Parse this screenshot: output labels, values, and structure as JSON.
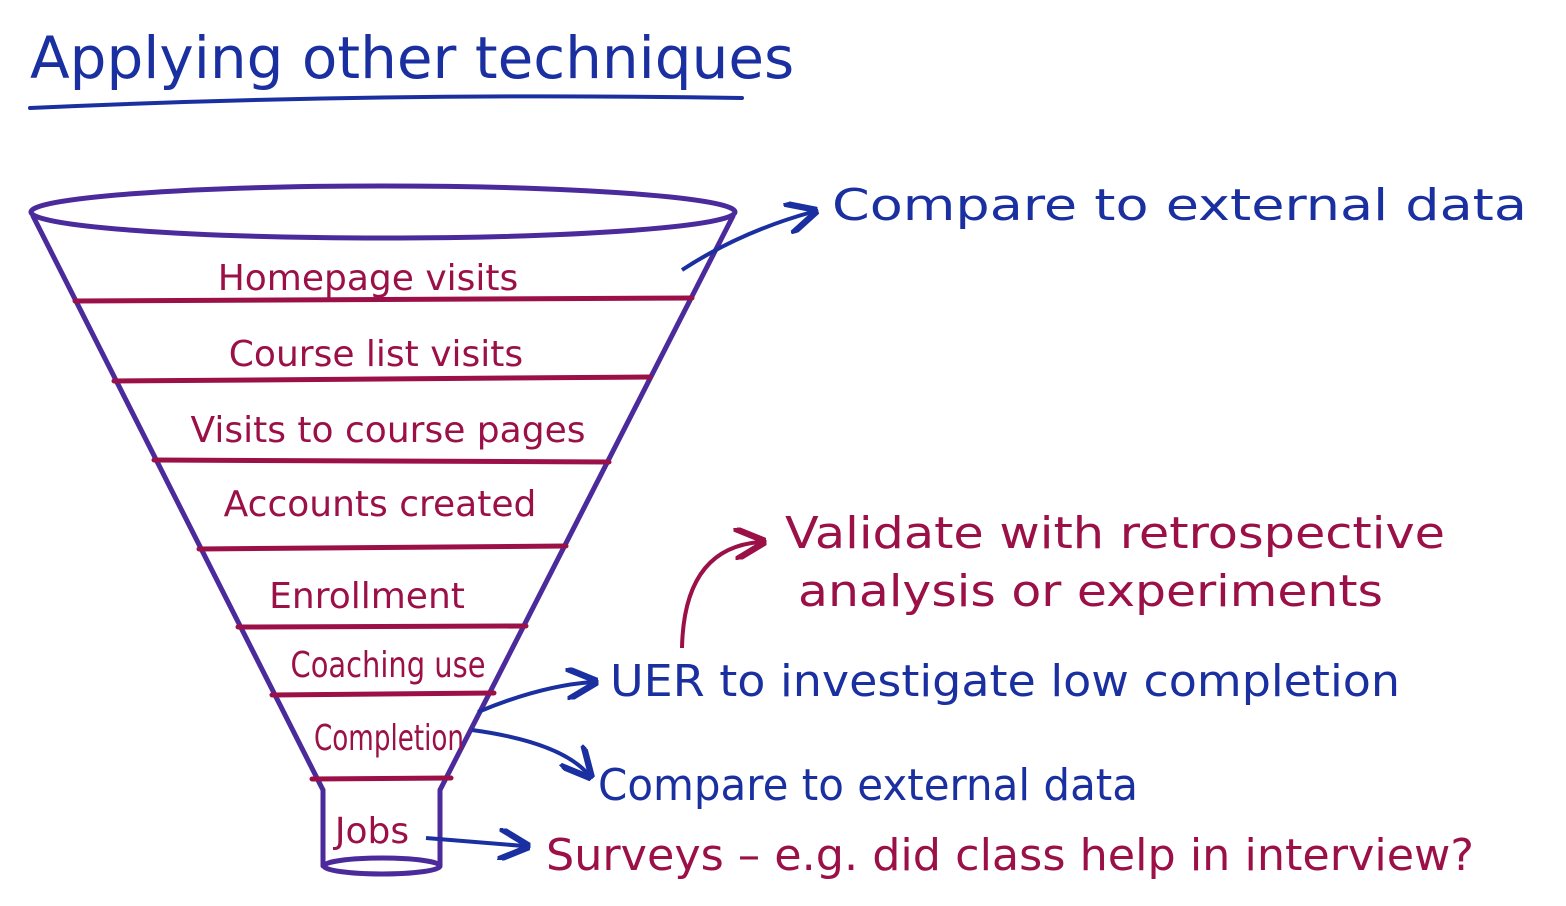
{
  "title": "Applying other techniques",
  "colors": {
    "ink_blue": "#1a2fa0",
    "ink_red": "#9b1047",
    "funnel_outline": "#4b2a9c"
  },
  "funnel": {
    "stages": [
      "Homepage visits",
      "Course list visits",
      "Visits to course pages",
      "Accounts created",
      "Enrollment",
      "Coaching use",
      "Completion",
      "Jobs"
    ]
  },
  "notes": {
    "top_compare": "Compare to external data",
    "validate_line1": "Validate with retrospective",
    "validate_line2": "analysis or experiments",
    "uer": "UER to investigate low completion",
    "bottom_compare": "Compare to external data",
    "surveys": "Surveys – e.g. did class help in interview?"
  }
}
